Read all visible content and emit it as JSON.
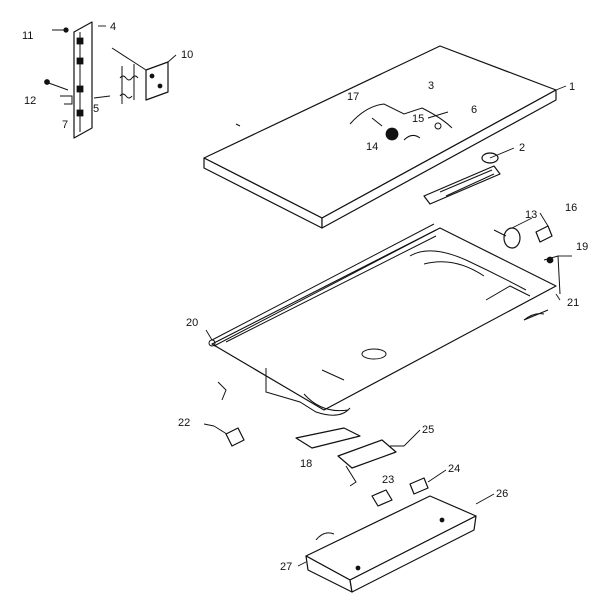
{
  "diagram": {
    "callouts": [
      {
        "id": "c1",
        "text": "1"
      },
      {
        "id": "c2",
        "text": "2"
      },
      {
        "id": "c3",
        "text": "3"
      },
      {
        "id": "c4",
        "text": "4"
      },
      {
        "id": "c5",
        "text": "5"
      },
      {
        "id": "c6",
        "text": "6"
      },
      {
        "id": "c7",
        "text": "7"
      },
      {
        "id": "c10",
        "text": "10"
      },
      {
        "id": "c11",
        "text": "11"
      },
      {
        "id": "c12",
        "text": "12"
      },
      {
        "id": "c13",
        "text": "13"
      },
      {
        "id": "c14",
        "text": "14"
      },
      {
        "id": "c15",
        "text": "15"
      },
      {
        "id": "c16",
        "text": "16"
      },
      {
        "id": "c17",
        "text": "17"
      },
      {
        "id": "c18",
        "text": "18"
      },
      {
        "id": "c19",
        "text": "19"
      },
      {
        "id": "c20",
        "text": "20"
      },
      {
        "id": "c21",
        "text": "21"
      },
      {
        "id": "c22",
        "text": "22"
      },
      {
        "id": "c23",
        "text": "23"
      },
      {
        "id": "c24",
        "text": "24"
      },
      {
        "id": "c25",
        "text": "25"
      },
      {
        "id": "c26",
        "text": "26"
      },
      {
        "id": "c27",
        "text": "27"
      }
    ]
  }
}
